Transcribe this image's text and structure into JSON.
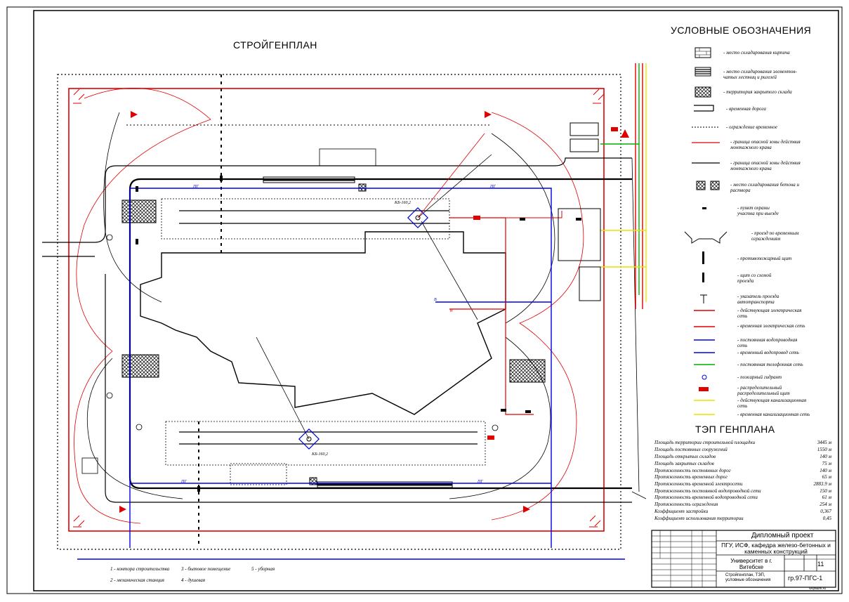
{
  "drawing": {
    "title": "СТРОЙГЕНПЛАН",
    "legend_title": "УСЛОВНЫЕ ОБОЗНАЧЕНИЯ",
    "tep_title": "ТЭП ГЕНПЛАНА"
  },
  "legend": [
    {
      "icon": "brick-hatch-icon",
      "text": "- место складирования кирпича"
    },
    {
      "icon": "panel-stack-icon",
      "text": "- место складирования элементов-чатых лестниц и ригелей"
    },
    {
      "icon": "closed-storage-icon",
      "text": "- территория закрытого склада"
    },
    {
      "icon": "temp-road-icon",
      "text": "- временная дорога"
    },
    {
      "icon": "temp-fence-icon",
      "text": "- ограждение временное"
    },
    {
      "icon": "red-line-icon",
      "text": "- граница опасной зоны действия монтажного крана"
    },
    {
      "icon": "black-line-icon",
      "text": "- граница опасной зоны действия монтажного крана"
    },
    {
      "icon": "concrete-storage-icon",
      "text": "- место складирования бетона и раствора"
    },
    {
      "icon": "gate-icon",
      "text": "- пункт охраны участка при выезде"
    },
    {
      "icon": "gate-passage-icon",
      "text": "- проезд по временным ограждениям"
    },
    {
      "icon": "hatch-mark-icon",
      "text": "- противопожарный щит"
    },
    {
      "icon": "pole-icon",
      "text": "- щит со схемой проезда"
    },
    {
      "icon": "sign-icon",
      "text": "- указатель проезда автотранспорта"
    },
    {
      "icon": "power-line-icon",
      "text": "- действующая электрическая сеть"
    },
    {
      "icon": "temp-power-icon",
      "text": "- временная электрическая сеть"
    },
    {
      "icon": "water-line-icon",
      "text": "- постоянная водопроводная сеть"
    },
    {
      "icon": "temp-water-icon",
      "text": "- временный водопровод сеть"
    },
    {
      "icon": "phone-line-icon",
      "text": "- постоянная телефонная сеть"
    },
    {
      "icon": "hydrant-icon",
      "text": "- пожарный гидрант"
    },
    {
      "icon": "distribution-icon",
      "text": "- распределительный распределительный щит"
    },
    {
      "icon": "sewer-line-icon",
      "text": "- действующая канализационная сеть"
    },
    {
      "icon": "temp-sewer-icon",
      "text": "- временная канализационная сеть"
    }
  ],
  "tep": [
    {
      "name": "Площадь территории строительной площадки",
      "value": "3445 м"
    },
    {
      "name": "Площадь постоянных сооружений",
      "value": "1550 м"
    },
    {
      "name": "Площадь открытых складов",
      "value": "140 м"
    },
    {
      "name": "Площадь закрытых складов",
      "value": "75 м"
    },
    {
      "name": "Протяженность постоянных дорог",
      "value": "140 м"
    },
    {
      "name": "Протяженность временных дорог",
      "value": "65 м"
    },
    {
      "name": "Протяженность временной электросети",
      "value": "2883.9 м"
    },
    {
      "name": "Протяженность постоянной водопроводной сети",
      "value": "150 м"
    },
    {
      "name": "Протяженность временной водопроводной сети",
      "value": "61 м"
    },
    {
      "name": "Протяженность ограждения",
      "value": "254 м"
    },
    {
      "name": "Коэффициент застройки",
      "value": "0,367"
    },
    {
      "name": "Коэффициент использования территории",
      "value": "0,45"
    }
  ],
  "stamp": {
    "project": "Дипломный проект",
    "org": "ПГУ, ИСФ, кафедра железо-бетонных и каменных конструкций",
    "building": "Университет в г. Витебске",
    "sheet_title": "Стройгенплан, ТЭП, условные обозначения",
    "code": "гр.97-ПГС-1",
    "sheet_no": "11",
    "format": "Формат А1"
  },
  "notes": [
    "1 - контора строительства",
    "2 - механическая станция",
    "3 - бытовое помещение",
    "4 - душевая",
    "5 - уборная"
  ],
  "map_labels": {
    "crane1": "КБ-160,2",
    "crane2": "КБ-160,2",
    "temp_hydrant1": "ПГ",
    "temp_hydrant2": "ПГ",
    "temp_hydrant3": "ПГ",
    "temp_hydrant4": "ПГ",
    "w_label": "W",
    "b_label": "B"
  },
  "colors": {
    "red": "#e00000",
    "blue": "#0000e0",
    "green": "#00b000",
    "yellow": "#e6e600",
    "black": "#000000"
  }
}
